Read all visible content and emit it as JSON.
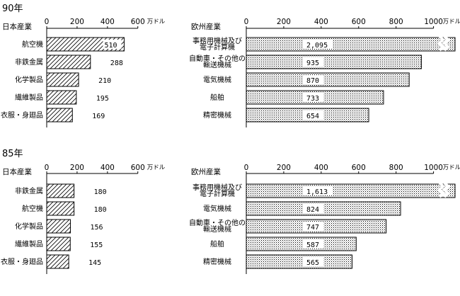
{
  "chart_data": [
    {
      "type": "bar",
      "year": "90年",
      "header": "日本産業",
      "unit": "万ドル",
      "ticks": [
        "0",
        "200",
        "400",
        "600"
      ],
      "xlim": [
        0,
        600
      ],
      "pattern": "diagonal-hatch",
      "categories": [
        "航空機",
        "非鉄金属",
        "化学製品",
        "繊維製品",
        "衣服・身廻品"
      ],
      "values": [
        510,
        288,
        210,
        195,
        169
      ],
      "labels": [
        "510",
        "288",
        "210",
        "195",
        "169"
      ]
    },
    {
      "type": "bar",
      "year": "",
      "header": "欧州産業",
      "unit": "万ドル",
      "ticks": [
        "0",
        "200",
        "400",
        "600",
        "800",
        "1000"
      ],
      "xlim": [
        0,
        1000
      ],
      "pattern": "dot-stipple",
      "categories": [
        "事務用機械及び電子計算機",
        "自動車・その他の輸送機械",
        "電気機械",
        "船舶",
        "精密機械"
      ],
      "values": [
        2095,
        935,
        870,
        733,
        654
      ],
      "labels": [
        "2,095",
        "935",
        "870",
        "733",
        "654"
      ],
      "broken_bars": [
        0
      ]
    },
    {
      "type": "bar",
      "year": "85年",
      "header": "日本産業",
      "unit": "万ドル",
      "ticks": [
        "0",
        "200",
        "400",
        "600"
      ],
      "xlim": [
        0,
        600
      ],
      "pattern": "diagonal-hatch",
      "categories": [
        "非鉄金属",
        "航空機",
        "化学製品",
        "繊維製品",
        "衣服・身廻品"
      ],
      "values": [
        180,
        180,
        156,
        155,
        145
      ],
      "labels": [
        "180",
        "180",
        "156",
        "155",
        "145"
      ]
    },
    {
      "type": "bar",
      "year": "",
      "header": "欧州産業",
      "unit": "万ドル",
      "ticks": [
        "0",
        "200",
        "400",
        "600",
        "800",
        "1000"
      ],
      "xlim": [
        0,
        1000
      ],
      "pattern": "dot-stipple",
      "categories": [
        "事務用機械及び電子計算機",
        "電気機械",
        "自動車・その他の輸送機械",
        "船舶",
        "精密機械"
      ],
      "values": [
        1613,
        824,
        747,
        587,
        565
      ],
      "labels": [
        "1,613",
        "824",
        "747",
        "587",
        "565"
      ],
      "broken_bars": [
        0
      ]
    }
  ]
}
